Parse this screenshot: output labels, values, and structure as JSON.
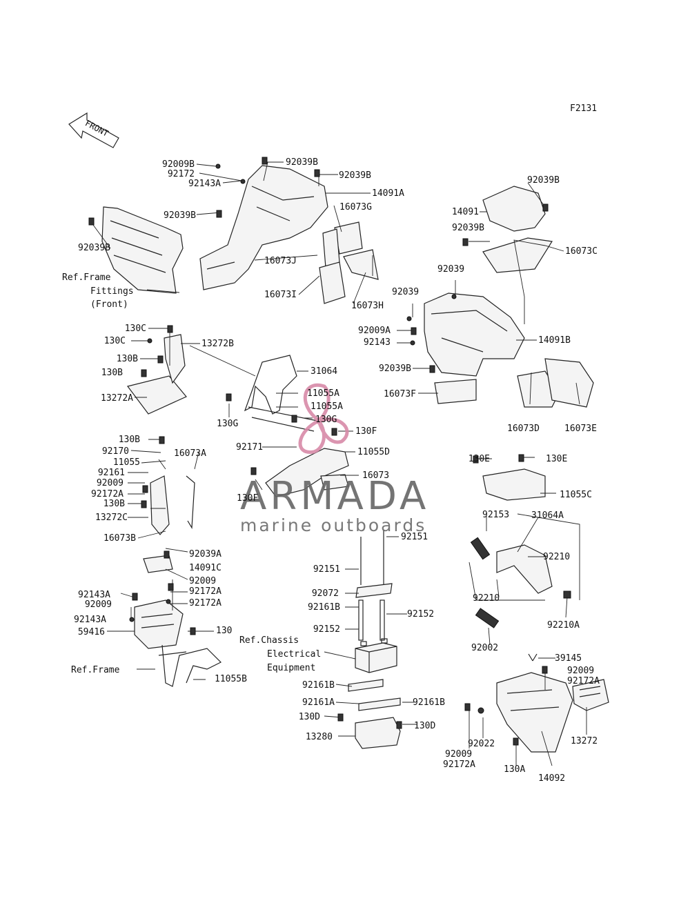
{
  "figure_code": "F2131",
  "front_arrow": "FRONT",
  "watermark": {
    "main": "ARMADA",
    "sub": "marine outboards",
    "logo_color": "#d88aa8",
    "text_color": "#666666"
  },
  "labels": [
    "92009B",
    "92172",
    "92143A",
    "92039B",
    "92039B",
    "14091A",
    "92039B",
    "16073G",
    "92039B",
    "Ref.Frame",
    "Fittings",
    "(Front)",
    "16073J",
    "16073I",
    "16073H",
    "14091",
    "92039B",
    "92039B",
    "16073C",
    "92039",
    "92039",
    "92009A",
    "92143",
    "14091B",
    "92039B",
    "16073F",
    "16073D",
    "16073E",
    "130C",
    "130C",
    "13272B",
    "130B",
    "130B",
    "13272A",
    "130G",
    "31064",
    "11055A",
    "11055A",
    "130G",
    "130F",
    "92171",
    "11055D",
    "16073",
    "130F",
    "130B",
    "92170",
    "11055",
    "16073A",
    "92161",
    "92009",
    "92172A",
    "130B",
    "13272C",
    "16073B",
    "130E",
    "130E",
    "11055C",
    "92153",
    "31064A",
    "92210",
    "92210",
    "92210A",
    "92002",
    "92039A",
    "14091C",
    "92009",
    "92172A",
    "92143A",
    "92009",
    "92172A",
    "92143A",
    "59416",
    "130",
    "Ref.Frame",
    "11055B",
    "92151",
    "92151",
    "92072",
    "92161B",
    "92152",
    "92152",
    "Ref.Chassis",
    "Electrical",
    "Equipment",
    "92161B",
    "92161A",
    "92161B",
    "130D",
    "130D",
    "13280",
    "39145",
    "92009",
    "92172A",
    "13272",
    "92022",
    "92009",
    "92172A",
    "130A",
    "14092"
  ]
}
